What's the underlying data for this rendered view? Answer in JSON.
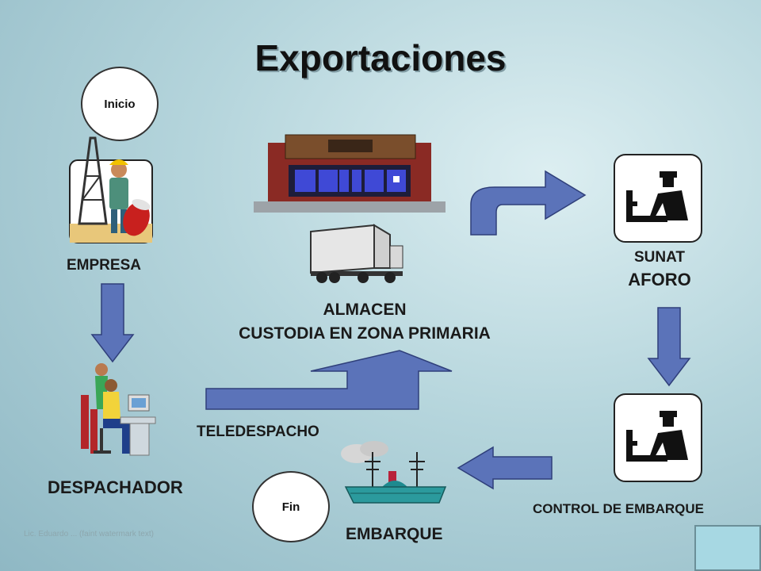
{
  "title": "Exportaciones",
  "nodes": {
    "inicio": "Inicio",
    "fin": "Fin",
    "empresa": "EMPRESA",
    "despachador": "DESPACHADOR",
    "teledespacho": "TELEDESPACHO",
    "almacen_line1": "ALMACEN",
    "almacen_line2": "CUSTODIA EN ZONA PRIMARIA",
    "sunat": "SUNAT",
    "aforo": "AFORO",
    "control_embarque": "CONTROL DE EMBARQUE",
    "embarque": "EMBARQUE"
  },
  "footer": "Lic. Eduardo ... (faint watermark text)",
  "colors": {
    "arrow_fill": "#5b73b9",
    "arrow_stroke": "#2f3f7a",
    "title_shadow": "#7f9aa2",
    "background": "#b5d5dc"
  },
  "icons": [
    "worker-icon",
    "warehouse-icon",
    "truck-icon",
    "customs-officer-icon",
    "office-workers-icon",
    "ship-icon"
  ]
}
